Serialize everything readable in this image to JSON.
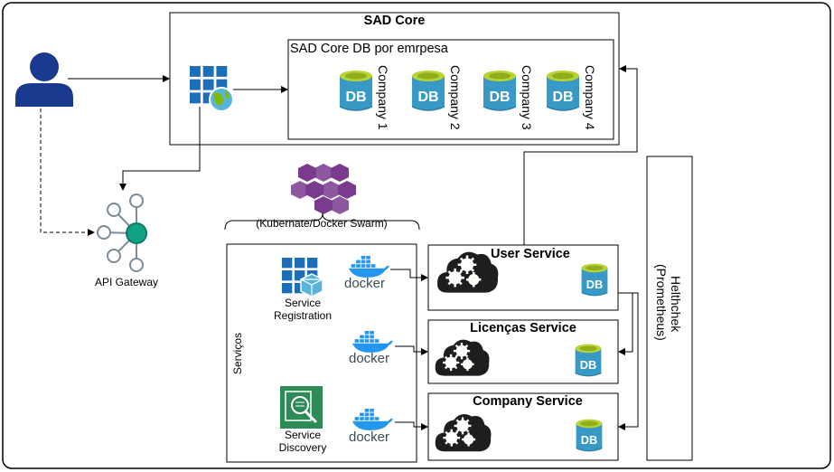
{
  "sad_core": {
    "title": "SAD Core",
    "db_group_title": "SAD Core DB por emrpesa",
    "databases": [
      {
        "icon_text": "DB",
        "label": "Company 1"
      },
      {
        "icon_text": "DB",
        "label": "Company 2"
      },
      {
        "icon_text": "DB",
        "label": "Company 3"
      },
      {
        "icon_text": "DB",
        "label": "Company 4"
      }
    ]
  },
  "gateway": {
    "label": "API Gateway"
  },
  "orchestrator": {
    "label": "(Kubernate/Docker Swarm)"
  },
  "services_panel": {
    "title": "Serviços",
    "registration_label_line1": "Service",
    "registration_label_line2": "Registration",
    "discovery_label_line1": "Service",
    "discovery_label_line2": "Discovery",
    "docker_text": "docker"
  },
  "microservices": [
    {
      "title": "User Service",
      "db": "DB"
    },
    {
      "title": "Licenças Service",
      "db": "DB"
    },
    {
      "title": "Company Service",
      "db": "DB"
    }
  ],
  "healthcheck": {
    "line1": "Helthchek",
    "line2": "(Prometheus)"
  },
  "colors": {
    "db_blue": "#3999c6",
    "db_dark": "#2a7fa8",
    "db_top_green": "#b8d432",
    "user_blue": "#1a3a8f",
    "azure_blue": "#1c6eb8",
    "gateway_teal": "#11a185",
    "gateway_gray": "#7d8b99",
    "k8s_purple": "#7a3b8f",
    "docker_blue": "#2496ed",
    "discovery_green": "#2e8b57"
  }
}
